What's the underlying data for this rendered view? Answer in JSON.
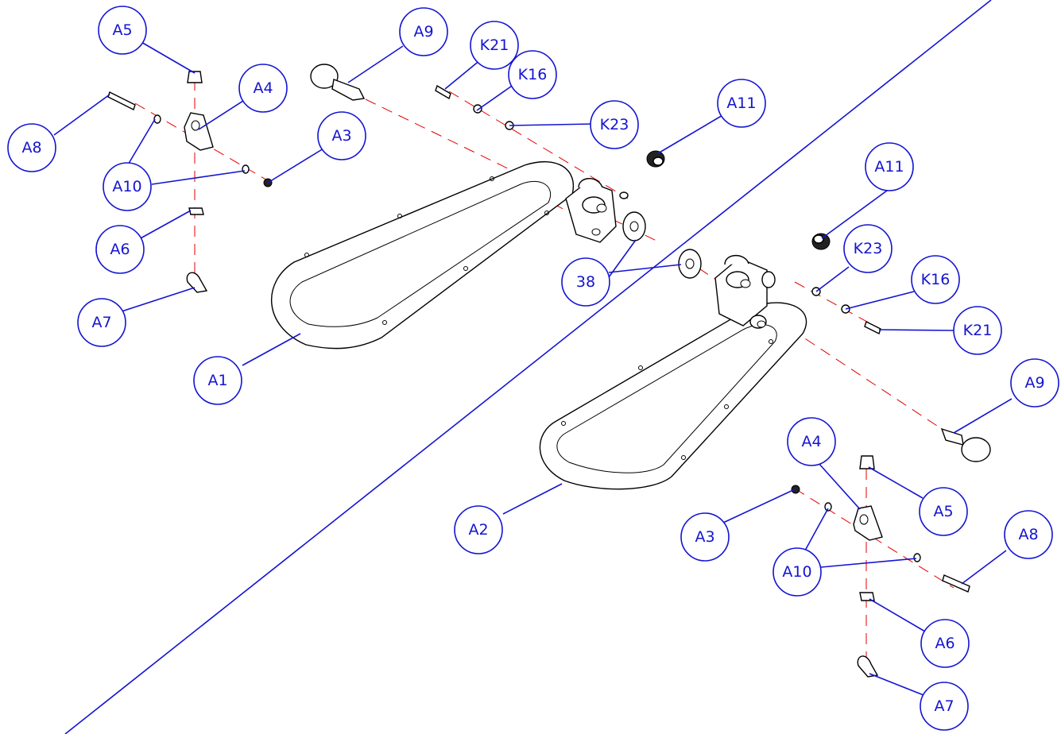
{
  "diagram": {
    "type": "exploded-parts-assembly",
    "colors": {
      "callout": "#1414d2",
      "centerline": "#e60000",
      "part": "#000000"
    },
    "callouts": [
      {
        "label": "A5"
      },
      {
        "label": "A9"
      },
      {
        "label": "K21"
      },
      {
        "label": "K16"
      },
      {
        "label": "A4"
      },
      {
        "label": "A11"
      },
      {
        "label": "K23"
      },
      {
        "label": "A3"
      },
      {
        "label": "A8"
      },
      {
        "label": "A10"
      },
      {
        "label": "A6"
      },
      {
        "label": "A11"
      },
      {
        "label": "K23"
      },
      {
        "label": "A7"
      },
      {
        "label": "38"
      },
      {
        "label": "K16"
      },
      {
        "label": "K21"
      },
      {
        "label": "A1"
      },
      {
        "label": "A9"
      },
      {
        "label": "A4"
      },
      {
        "label": "A2"
      },
      {
        "label": "A5"
      },
      {
        "label": "A3"
      },
      {
        "label": "A8"
      },
      {
        "label": "A10"
      },
      {
        "label": "A6"
      },
      {
        "label": "A7"
      }
    ]
  }
}
